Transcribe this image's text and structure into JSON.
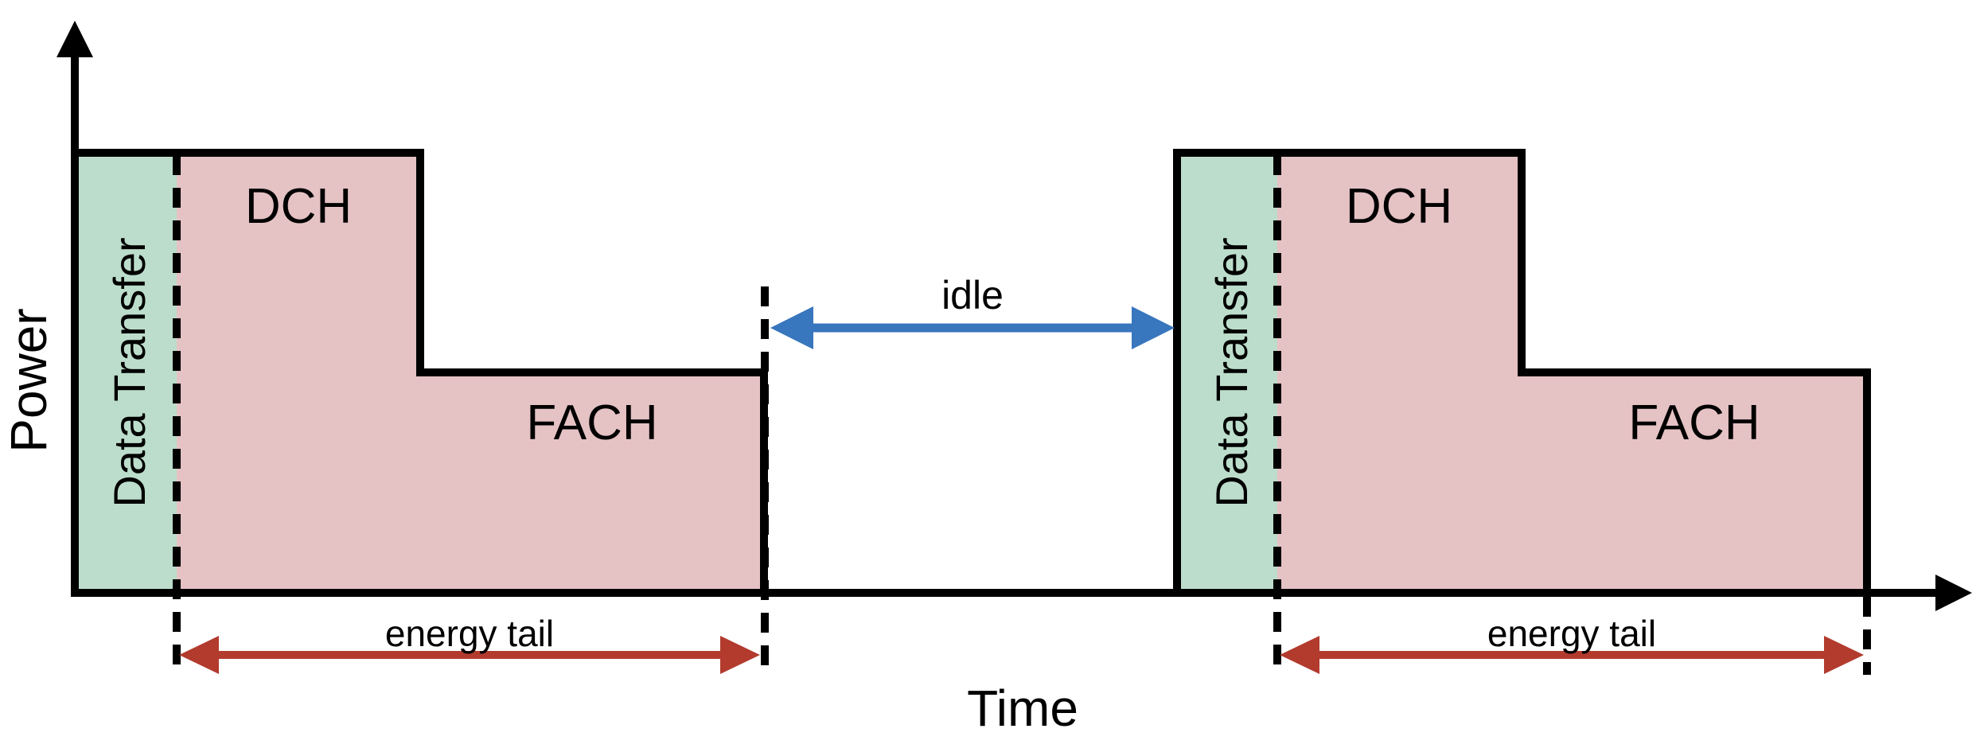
{
  "diagram": {
    "axes": {
      "y_label": "Power",
      "x_label": "Time"
    },
    "idle_label": "idle",
    "bursts": [
      {
        "data_transfer": "Data Transfer",
        "dch": "DCH",
        "fach": "FACH",
        "energy_tail": "energy tail"
      },
      {
        "data_transfer": "Data Transfer",
        "dch": "DCH",
        "fach": "FACH",
        "energy_tail": "energy tail"
      }
    ],
    "colors": {
      "data_transfer_fill": "#BCDDCB",
      "radio_state_fill": "#E5C2C4",
      "outline": "#000000",
      "idle_arrow": "#3876BE",
      "energy_tail_arrow": "#B23B2E"
    }
  }
}
